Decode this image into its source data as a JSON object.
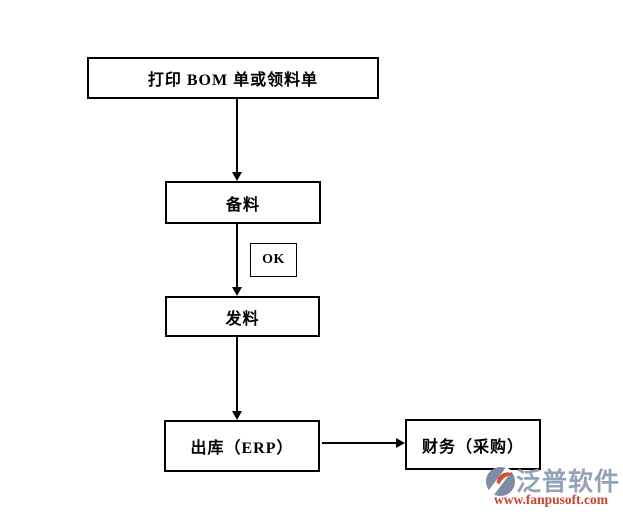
{
  "diagram": {
    "title": "",
    "type": "flowchart",
    "nodes": {
      "print_bom": {
        "label": "打印 BOM 单或领料单"
      },
      "prepare": {
        "label": "备料"
      },
      "ok_tag": {
        "label": "OK"
      },
      "issue": {
        "label": "发料"
      },
      "outbound": {
        "label": "出库（ERP）"
      },
      "finance": {
        "label": "财务（采购）"
      }
    },
    "edges": [
      {
        "from": "print_bom",
        "to": "prepare",
        "direction": "down",
        "label": ""
      },
      {
        "from": "prepare",
        "to": "issue",
        "direction": "down",
        "label": "OK"
      },
      {
        "from": "issue",
        "to": "outbound",
        "direction": "down",
        "label": ""
      },
      {
        "from": "outbound",
        "to": "finance",
        "direction": "right",
        "label": ""
      }
    ],
    "colors": {
      "line": "#000000",
      "box_border": "#000000",
      "box_fill": "#ffffff",
      "background": "#ffffff"
    }
  },
  "watermark": {
    "brand": "泛普软件",
    "url": "www.fanpusoft.com",
    "brand_color": "#93a2b7",
    "url_color": "#c94231",
    "logo_blue": "#7c8da4",
    "logo_orange": "#d4502f"
  }
}
